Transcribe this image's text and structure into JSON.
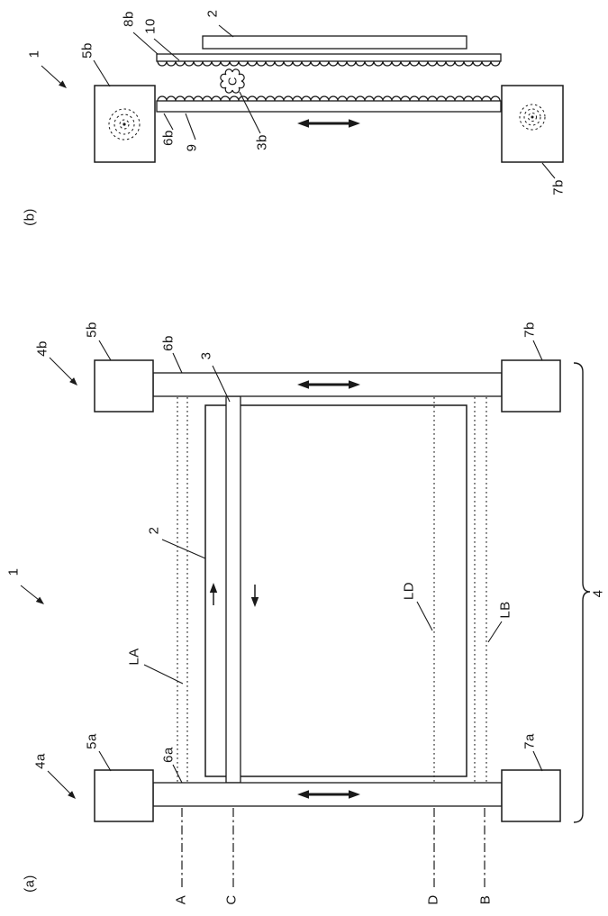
{
  "panel_b": {
    "caption": "(b)",
    "labels": {
      "n1": "1",
      "n5b": "5b",
      "n8b": "8b",
      "n10": "10",
      "n2": "2",
      "nC": "C",
      "n6b": "6b",
      "n9": "9",
      "n3b": "3b",
      "n7b": "7b"
    }
  },
  "panel_a": {
    "caption": "(a)",
    "labels": {
      "n1": "1",
      "n4b": "4b",
      "n5b": "5b",
      "n6b": "6b",
      "n3": "3",
      "n7b": "7b",
      "n2": "2",
      "nLA": "LA",
      "nLD": "LD",
      "nLB": "LB",
      "n4a": "4a",
      "n5a": "5a",
      "n6a": "6a",
      "n7a": "7a",
      "n4": "4",
      "nA": "A",
      "nC": "C",
      "nD": "D",
      "nB": "B"
    }
  },
  "colors": {
    "ink": "#1a1a1a",
    "paper": "#ffffff"
  }
}
